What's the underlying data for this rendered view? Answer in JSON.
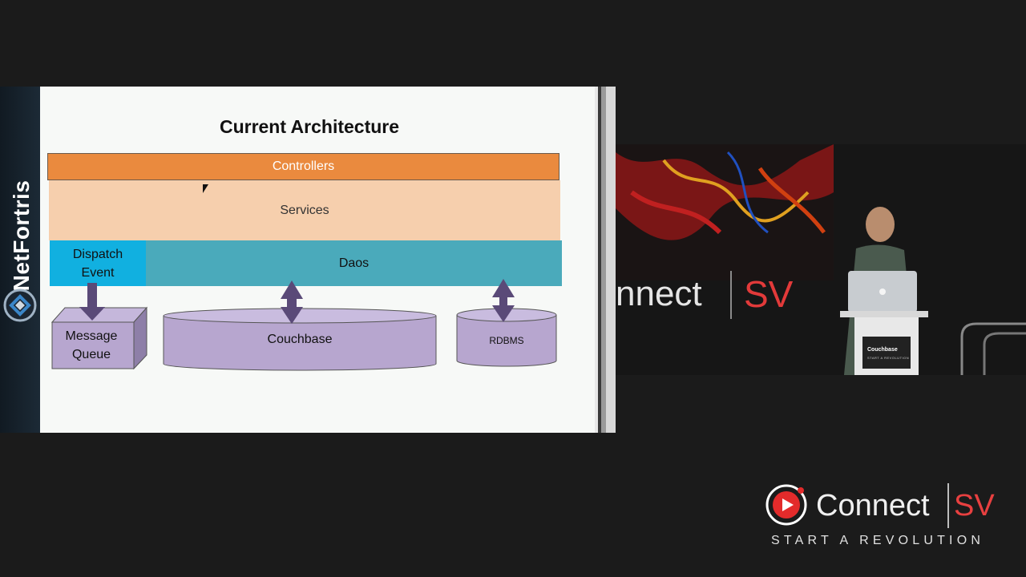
{
  "sponsor": {
    "name": "NetFortris"
  },
  "slide": {
    "title": "Current Architecture",
    "layers": {
      "controllers": "Controllers",
      "services": "Services",
      "daos": "Daos",
      "dispatch_line1": "Dispatch",
      "dispatch_line2": "Event"
    },
    "stores": {
      "message_queue_line1": "Message",
      "message_queue_line2": "Queue",
      "couchbase": "Couchbase",
      "rdbms": "RDBMS"
    },
    "colors": {
      "controllers": "#ea8a3e",
      "services": "#f6cfad",
      "daos": "#4aaabb",
      "dispatch": "#11b0e0",
      "storage": "#b7a6cf",
      "arrow": "#5a4a78"
    }
  },
  "stage": {
    "connect_text": "nnect",
    "sv_text": "SV",
    "podium_brand": "Couchbase",
    "podium_tagline": "START A REVOLUTION"
  },
  "watermark": {
    "connect": "Connect",
    "sv": "SV",
    "tagline": "START A REVOLUTION"
  }
}
